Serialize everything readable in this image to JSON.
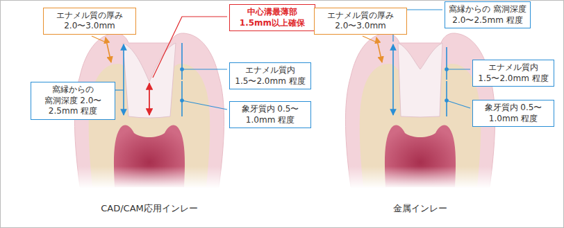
{
  "diagram": {
    "nodes": [
      {
        "text": [
          "エナメル質の厚み 2.0〜3.0mm"
        ]
      },
      {
        "text": [
          "中心溝最薄部 1.5mm以上確保"
        ]
      },
      {
        "text": [
          "エナメル質内 1.5〜2.0mm 程度"
        ]
      },
      {
        "text": [
          "窩縁からの 窩洞深度 2.0〜2.5mm 程度"
        ]
      },
      {
        "text": [
          "象牙質内 0.5〜1.0mm 程度"
        ]
      },
      {
        "text": [
          "エナメル質の厚み 2.0〜3.0mm"
        ]
      },
      {
        "text": [
          "窩縁からの 窩洞深度 2.0〜2.5mm 程度"
        ]
      },
      {
        "text": [
          "エナメル質内 1.5〜2.0mm 程度"
        ]
      },
      {
        "text": [
          "象牙質内 0.5〜1.0mm 程度"
        ]
      }
    ],
    "labels": [
      "CAD/CAM応用インレー",
      "金属インレー"
    ]
  }
}
